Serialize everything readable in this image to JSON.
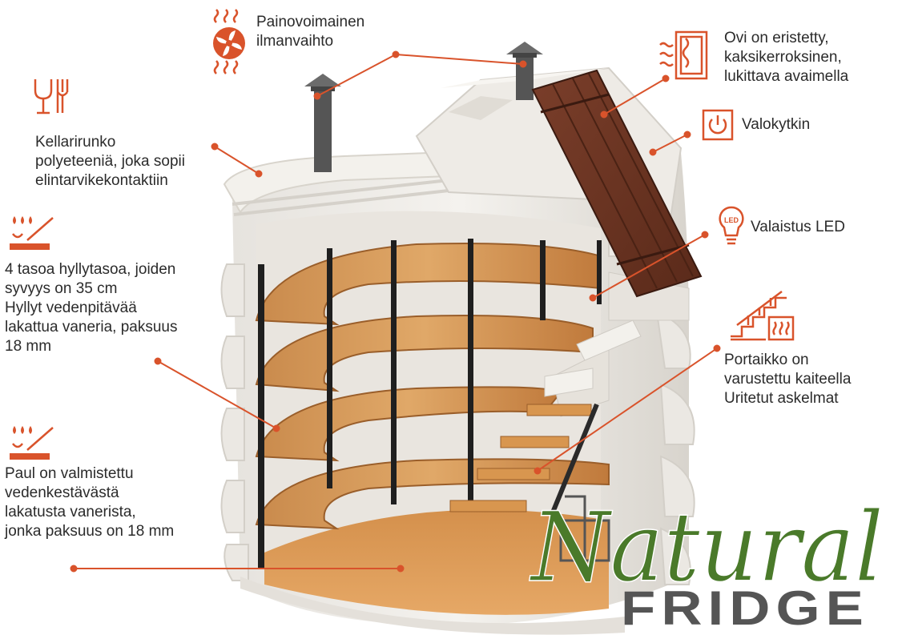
{
  "colors": {
    "accent": "#d9532b",
    "logo_green": "#4a7a2a",
    "logo_gray": "#555555"
  },
  "callouts": {
    "ventilation": {
      "icon": "fan-heat-icon",
      "lines": [
        "Painovoimainen",
        "ilmanvaihto"
      ]
    },
    "cellar_body": {
      "icon": "food-safe-icon",
      "lines": [
        "Kellarirunko",
        "polyeteeniä, joka sopii",
        "elintarvikekontaktiin"
      ]
    },
    "shelves": {
      "icon": "waterproof-icon",
      "lines": [
        "4 tasoa hyllytasoa, joiden",
        "syvyys on 35 cm",
        "Hyllyt vedenpitävää",
        "lakattua vaneria, paksuus",
        "18 mm"
      ]
    },
    "floor": {
      "icon": "waterproof-icon",
      "lines": [
        "Paul on valmistettu",
        "vedenkestävästä",
        "lakatusta vanerista,",
        "jonka paksuus on 18 mm"
      ]
    },
    "door": {
      "icon": "insulated-door-icon",
      "lines": [
        "Ovi on eristetty,",
        "kaksikerroksinen,",
        "lukittava avaimella"
      ]
    },
    "switch": {
      "icon": "power-switch-icon",
      "lines": [
        "Valokytkin"
      ]
    },
    "led": {
      "icon": "led-bulb-icon",
      "lines": [
        "Valaistus LED"
      ]
    },
    "stairs": {
      "icon": "stairs-icon",
      "lines": [
        "Portaikko on",
        "varustettu kaiteella",
        "Uritetut askelmat"
      ]
    }
  },
  "logo": {
    "script": "Natural",
    "word": "FRIDGE"
  }
}
